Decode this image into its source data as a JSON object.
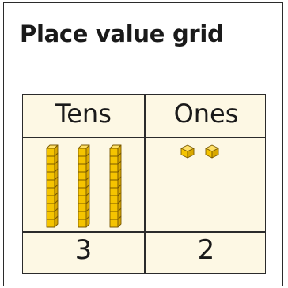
{
  "title": "Place value grid",
  "grid": {
    "columns": [
      {
        "header": "Tens",
        "value": "3",
        "blocks": 3,
        "block_type": "ten-rod"
      },
      {
        "header": "Ones",
        "value": "2",
        "blocks": 2,
        "block_type": "unit-cube"
      }
    ]
  },
  "colors": {
    "grid_background": "#fdf8e4",
    "block_fill": "#f5c400",
    "block_outline": "#7a5a00",
    "border": "#2b2b2b"
  }
}
